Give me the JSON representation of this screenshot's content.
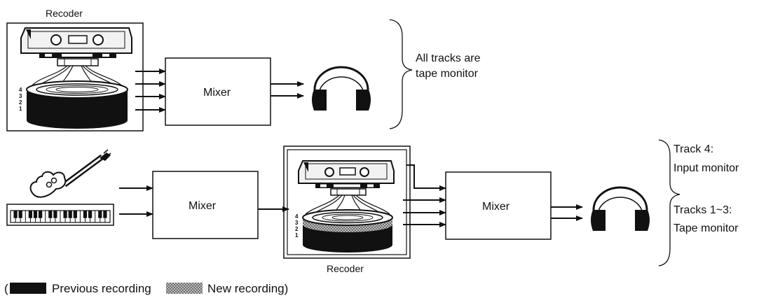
{
  "diagram": {
    "top": {
      "recorder_label": "Recoder",
      "mixer_label": "Mixer",
      "track_numbers": [
        "4",
        "3",
        "2",
        "1"
      ],
      "note": [
        "All tracks are",
        "tape monitor"
      ]
    },
    "bottom": {
      "mixer1_label": "Mixer",
      "mixer2_label": "Mixer",
      "recorder_label": "Recoder",
      "track_numbers": [
        "4",
        "3",
        "2",
        "1"
      ],
      "note_track4": [
        "Track 4:",
        "Input monitor"
      ],
      "note_tracks13": [
        "Tracks 1~3:",
        "Tape monitor"
      ]
    },
    "legend": {
      "open": "(",
      "previous": "Previous recording",
      "new": "New recording)"
    }
  }
}
